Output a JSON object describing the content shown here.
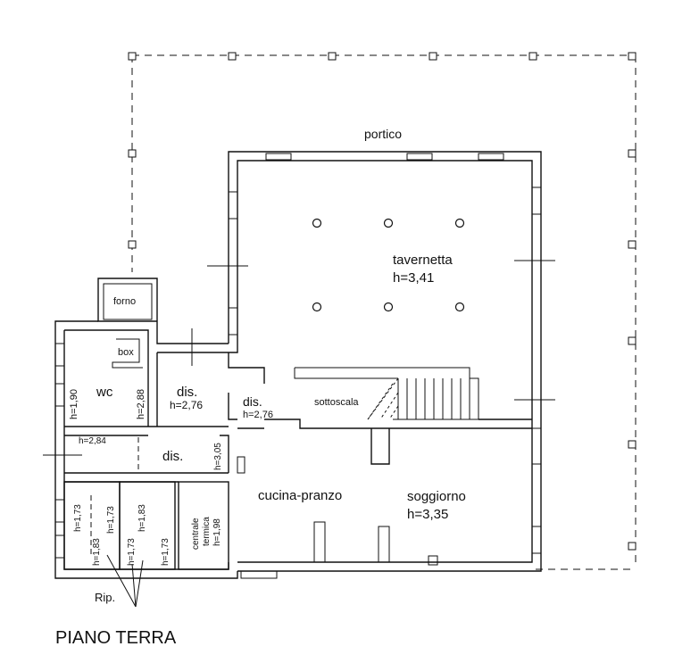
{
  "plan_title": "PIANO TERRA",
  "rooms": {
    "portico": "portico",
    "tavernetta": {
      "name": "tavernetta",
      "height": "h=3,41"
    },
    "forno": "forno",
    "box": "box",
    "wc": {
      "name": "wc",
      "height": "h=1,90"
    },
    "wc_right_height": "h=2,88",
    "dis_1": {
      "name": "dis.",
      "height": "h=2,76"
    },
    "dis_2": {
      "name": "dis.",
      "height": "h=2,76"
    },
    "dis_3": {
      "name": "dis.",
      "height": "h=3,05"
    },
    "corridor_height": "h=2,84",
    "sottoscala": "sottoscala",
    "cucina": "cucina-pranzo",
    "soggiorno": {
      "name": "soggiorno",
      "height": "h=3,35"
    },
    "closet_1": {
      "height_a": "h=1,73",
      "height_b": "h=1,83",
      "height_c": "h=1,73"
    },
    "closet_2": {
      "height_a": "h=1,83",
      "height_b": "h=1,73",
      "height_c": "h=1,73"
    },
    "centrale": {
      "name_1": "centrale",
      "name_2": "termica",
      "height": "h=1,98"
    },
    "rip": "Rip."
  }
}
